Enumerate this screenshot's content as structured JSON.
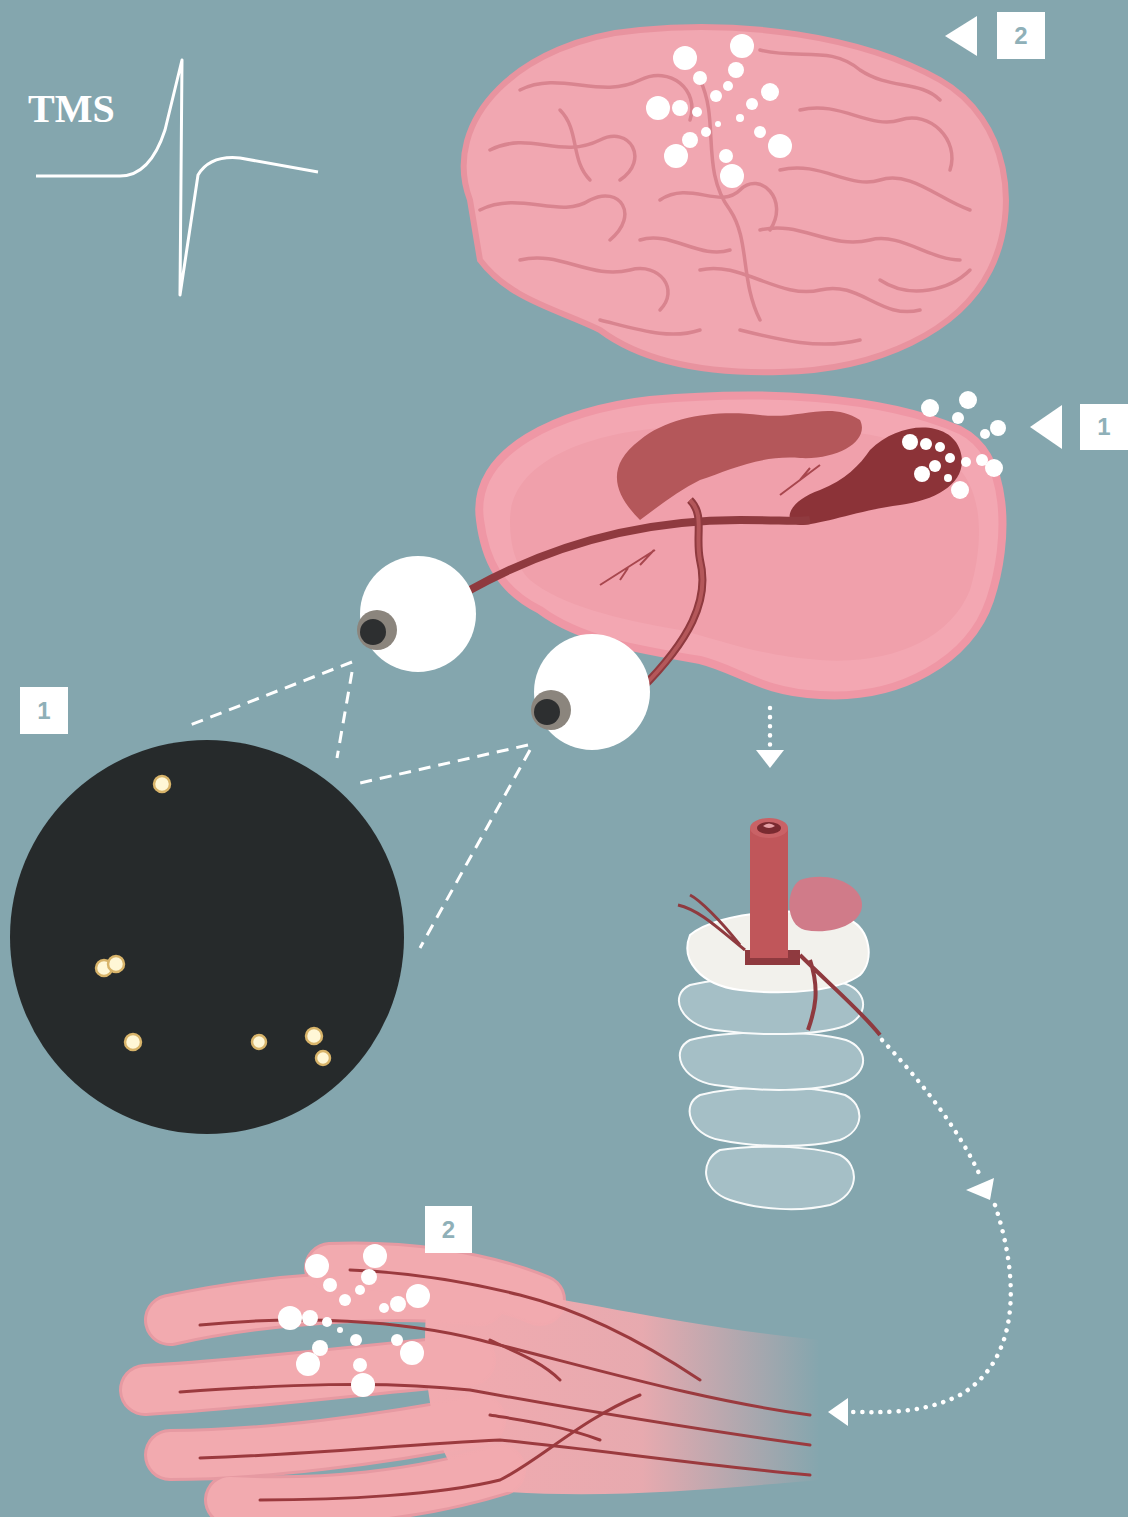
{
  "diagram": {
    "labels": [
      "2",
      "TMS",
      "1",
      "1",
      "2"
    ]
  }
}
